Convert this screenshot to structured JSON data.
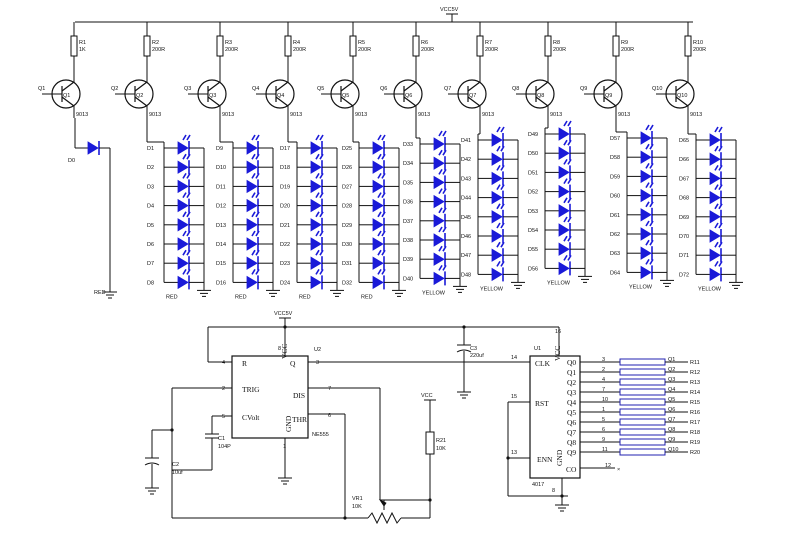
{
  "supply": {
    "top": "VCC5V",
    "mid": "VCC5V",
    "vr": "VCC"
  },
  "transistors": [
    {
      "ref": "Q1",
      "part": "9013",
      "res_ref": "R1",
      "res_val": "1K"
    },
    {
      "ref": "Q2",
      "part": "9013",
      "res_ref": "R2",
      "res_val": "200R"
    },
    {
      "ref": "Q3",
      "part": "9013",
      "res_ref": "R3",
      "res_val": "200R"
    },
    {
      "ref": "Q4",
      "part": "9013",
      "res_ref": "R4",
      "res_val": "200R"
    },
    {
      "ref": "Q5",
      "part": "9013",
      "res_ref": "R5",
      "res_val": "200R"
    },
    {
      "ref": "Q6",
      "part": "9013",
      "res_ref": "R6",
      "res_val": "200R"
    },
    {
      "ref": "Q7",
      "part": "9013",
      "res_ref": "R7",
      "res_val": "200R"
    },
    {
      "ref": "Q8",
      "part": "9013",
      "res_ref": "R8",
      "res_val": "200R"
    },
    {
      "ref": "Q9",
      "part": "9013",
      "res_ref": "R9",
      "res_val": "200R"
    },
    {
      "ref": "Q10",
      "part": "9013",
      "res_ref": "R10",
      "res_val": "200R"
    }
  ],
  "d0": {
    "ref": "D0",
    "color": "RED"
  },
  "led_columns": [
    {
      "color": "RED",
      "labels": [
        "D1",
        "D2",
        "D3",
        "D4",
        "D5",
        "D6",
        "D7",
        "D8"
      ]
    },
    {
      "color": "RED",
      "labels": [
        "D9",
        "D10",
        "D11",
        "D12",
        "D13",
        "D14",
        "D15",
        "D16"
      ]
    },
    {
      "color": "RED",
      "labels": [
        "D17",
        "D18",
        "D19",
        "D20",
        "D21",
        "D22",
        "D23",
        "D24"
      ]
    },
    {
      "color": "RED",
      "labels": [
        "D25",
        "D26",
        "D27",
        "D28",
        "D29",
        "D30",
        "D31",
        "D32"
      ]
    },
    {
      "color": "YELLOW",
      "labels": [
        "D33",
        "D34",
        "D35",
        "D36",
        "D37",
        "D38",
        "D39",
        "D40"
      ]
    },
    {
      "color": "YELLOW",
      "labels": [
        "D41",
        "D42",
        "D43",
        "D44",
        "D45",
        "D46",
        "D47",
        "D48"
      ]
    },
    {
      "color": "YELLOW",
      "labels": [
        "D49",
        "D50",
        "D51",
        "D52",
        "D53",
        "D54",
        "D55",
        "D56"
      ]
    },
    {
      "color": "YELLOW",
      "labels": [
        "D57",
        "D58",
        "D59",
        "D60",
        "D61",
        "D62",
        "D63",
        "D64"
      ]
    },
    {
      "color": "YELLOW",
      "labels": [
        "D65",
        "D66",
        "D67",
        "D68",
        "D69",
        "D70",
        "D71",
        "D72"
      ]
    }
  ],
  "ne555": {
    "ref": "U2",
    "part": "NE555",
    "pins": {
      "reset": "R",
      "trig": "TRIG",
      "cvolt": "CVolt",
      "vcc": "VCC",
      "q": "Q",
      "dis": "DIS",
      "thr": "THR",
      "gnd": "GND"
    },
    "pin_nums": {
      "reset": "4",
      "trig": "2",
      "cvolt": "5",
      "vcc": "8",
      "q": "3",
      "dis": "7",
      "thr": "6",
      "gnd": "1"
    }
  },
  "cd4017": {
    "ref": "U1",
    "part": "4017",
    "pins": {
      "clk": "CLK",
      "rst": "RST",
      "enn": "ENN",
      "vcc": "VCC",
      "gnd": "GND",
      "co": "CO"
    },
    "pin_nums": {
      "clk": "14",
      "rst": "15",
      "enn": "13",
      "vcc": "16",
      "co": "12",
      "gnd": "8"
    },
    "outputs": [
      "Q0",
      "Q1",
      "Q2",
      "Q3",
      "Q4",
      "Q5",
      "Q6",
      "Q7",
      "Q8",
      "Q9"
    ],
    "out_pins": [
      "3",
      "2",
      "4",
      "7",
      "10",
      "1",
      "5",
      "6",
      "9",
      "11"
    ]
  },
  "out_resistors": [
    {
      "net": "Q1",
      "ref": "R11"
    },
    {
      "net": "Q2",
      "ref": "R12"
    },
    {
      "net": "Q3",
      "ref": "R13"
    },
    {
      "net": "Q4",
      "ref": "R14"
    },
    {
      "net": "Q5",
      "ref": "R15"
    },
    {
      "net": "Q6",
      "ref": "R16"
    },
    {
      "net": "Q7",
      "ref": "R17"
    },
    {
      "net": "Q8",
      "ref": "R18"
    },
    {
      "net": "Q9",
      "ref": "R19"
    },
    {
      "net": "Q10",
      "ref": "R20"
    }
  ],
  "passives": {
    "c1": {
      "ref": "C1",
      "val": "104P"
    },
    "c2": {
      "ref": "C2",
      "val": "10uf"
    },
    "c3": {
      "ref": "C3",
      "val": "220uf"
    },
    "r21": {
      "ref": "R21",
      "val": "10K"
    },
    "vr1": {
      "ref": "VR1",
      "val": "10K"
    }
  }
}
